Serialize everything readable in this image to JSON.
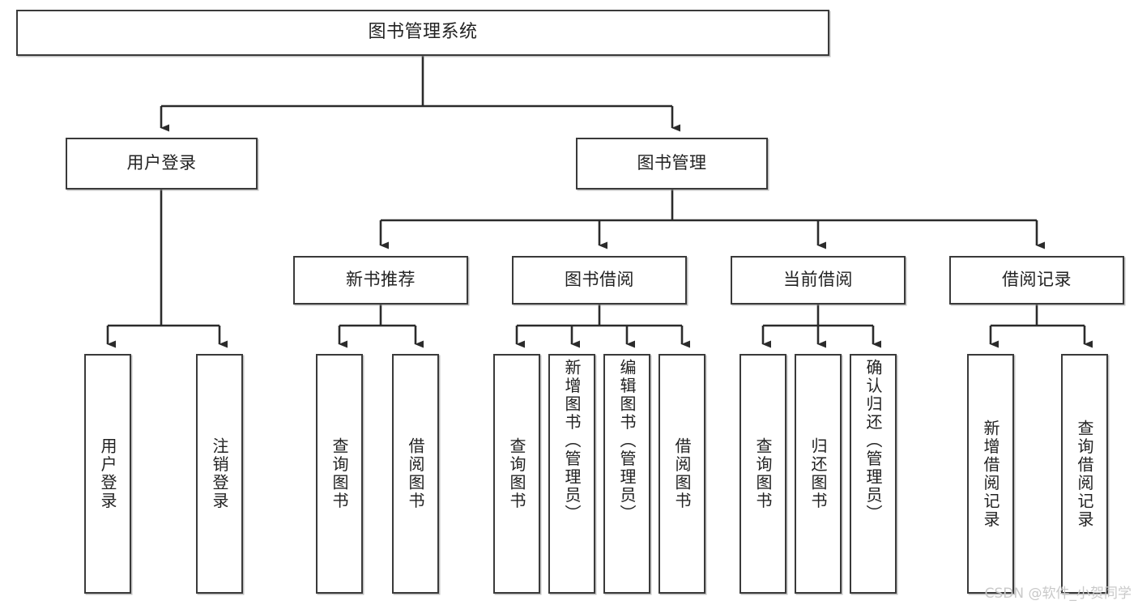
{
  "diagram": {
    "title": "图书管理系统",
    "type": "tree-hierarchy",
    "colors": {
      "box_border": "#3a3a3a",
      "box_fill": "#ffffff",
      "connector": "#2b2b2b",
      "text": "#222222",
      "watermark": "#c9c9c9"
    },
    "root": {
      "label": "图书管理系统"
    },
    "level2": [
      {
        "label": "用户登录"
      },
      {
        "label": "图书管理"
      }
    ],
    "level3": [
      {
        "label": "新书推荐"
      },
      {
        "label": "图书借阅"
      },
      {
        "label": "当前借阅"
      },
      {
        "label": "借阅记录"
      }
    ],
    "leaves": {
      "user_login": [
        {
          "label": "用户登录"
        },
        {
          "label": "注销登录"
        }
      ],
      "new_book_recommend": [
        {
          "label": "查询图书"
        },
        {
          "label": "借阅图书"
        }
      ],
      "book_borrow": [
        {
          "label": "查询图书"
        },
        {
          "label": "新增图书（管理员）"
        },
        {
          "label": "编辑图书（管理员）"
        },
        {
          "label": "借阅图书"
        }
      ],
      "current_borrow": [
        {
          "label": "查询图书"
        },
        {
          "label": "归还图书"
        },
        {
          "label": "确认归还（管理员）"
        }
      ],
      "borrow_record": [
        {
          "label": "新增借阅记录"
        },
        {
          "label": "查询借阅记录"
        }
      ]
    }
  },
  "watermark": {
    "text": "CSDN @软件_小贺同学"
  }
}
